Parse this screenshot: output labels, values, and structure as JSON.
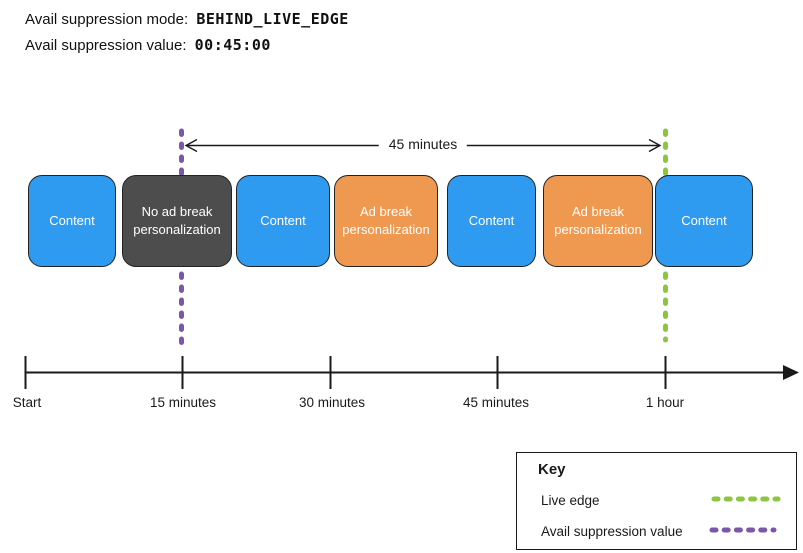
{
  "header": {
    "mode_label": "Avail suppression mode:",
    "mode_value": "BEHIND_LIVE_EDGE",
    "value_label": "Avail suppression value:",
    "value_value": "00:45:00"
  },
  "diagram": {
    "duration_label": "45 minutes",
    "blocks": [
      {
        "label": "Content",
        "type": "content"
      },
      {
        "label": "No ad break personalization",
        "type": "no-ad-break-personalization"
      },
      {
        "label": "Content",
        "type": "content"
      },
      {
        "label": "Ad break personalization",
        "type": "ad-break-personalization"
      },
      {
        "label": "Content",
        "type": "content"
      },
      {
        "label": "Ad break personalization",
        "type": "ad-break-personalization"
      },
      {
        "label": "Content",
        "type": "content"
      }
    ],
    "axis_labels": [
      "Start",
      "15 minutes",
      "30 minutes",
      "45 minutes",
      "1 hour"
    ]
  },
  "key": {
    "title": "Key",
    "items": [
      {
        "label": "Live edge",
        "color": "#8CC63F"
      },
      {
        "label": "Avail suppression value",
        "color": "#7B57A7"
      }
    ]
  },
  "colors": {
    "content_block": "#2E9BF0",
    "no_personalization_block": "#4D4D4D",
    "ad_break_block": "#EF9850",
    "live_edge_line": "#8CC63F",
    "avail_suppression_line": "#7B57A7",
    "block_text": "#FFFFFF",
    "axis": "#1A1A1A"
  }
}
